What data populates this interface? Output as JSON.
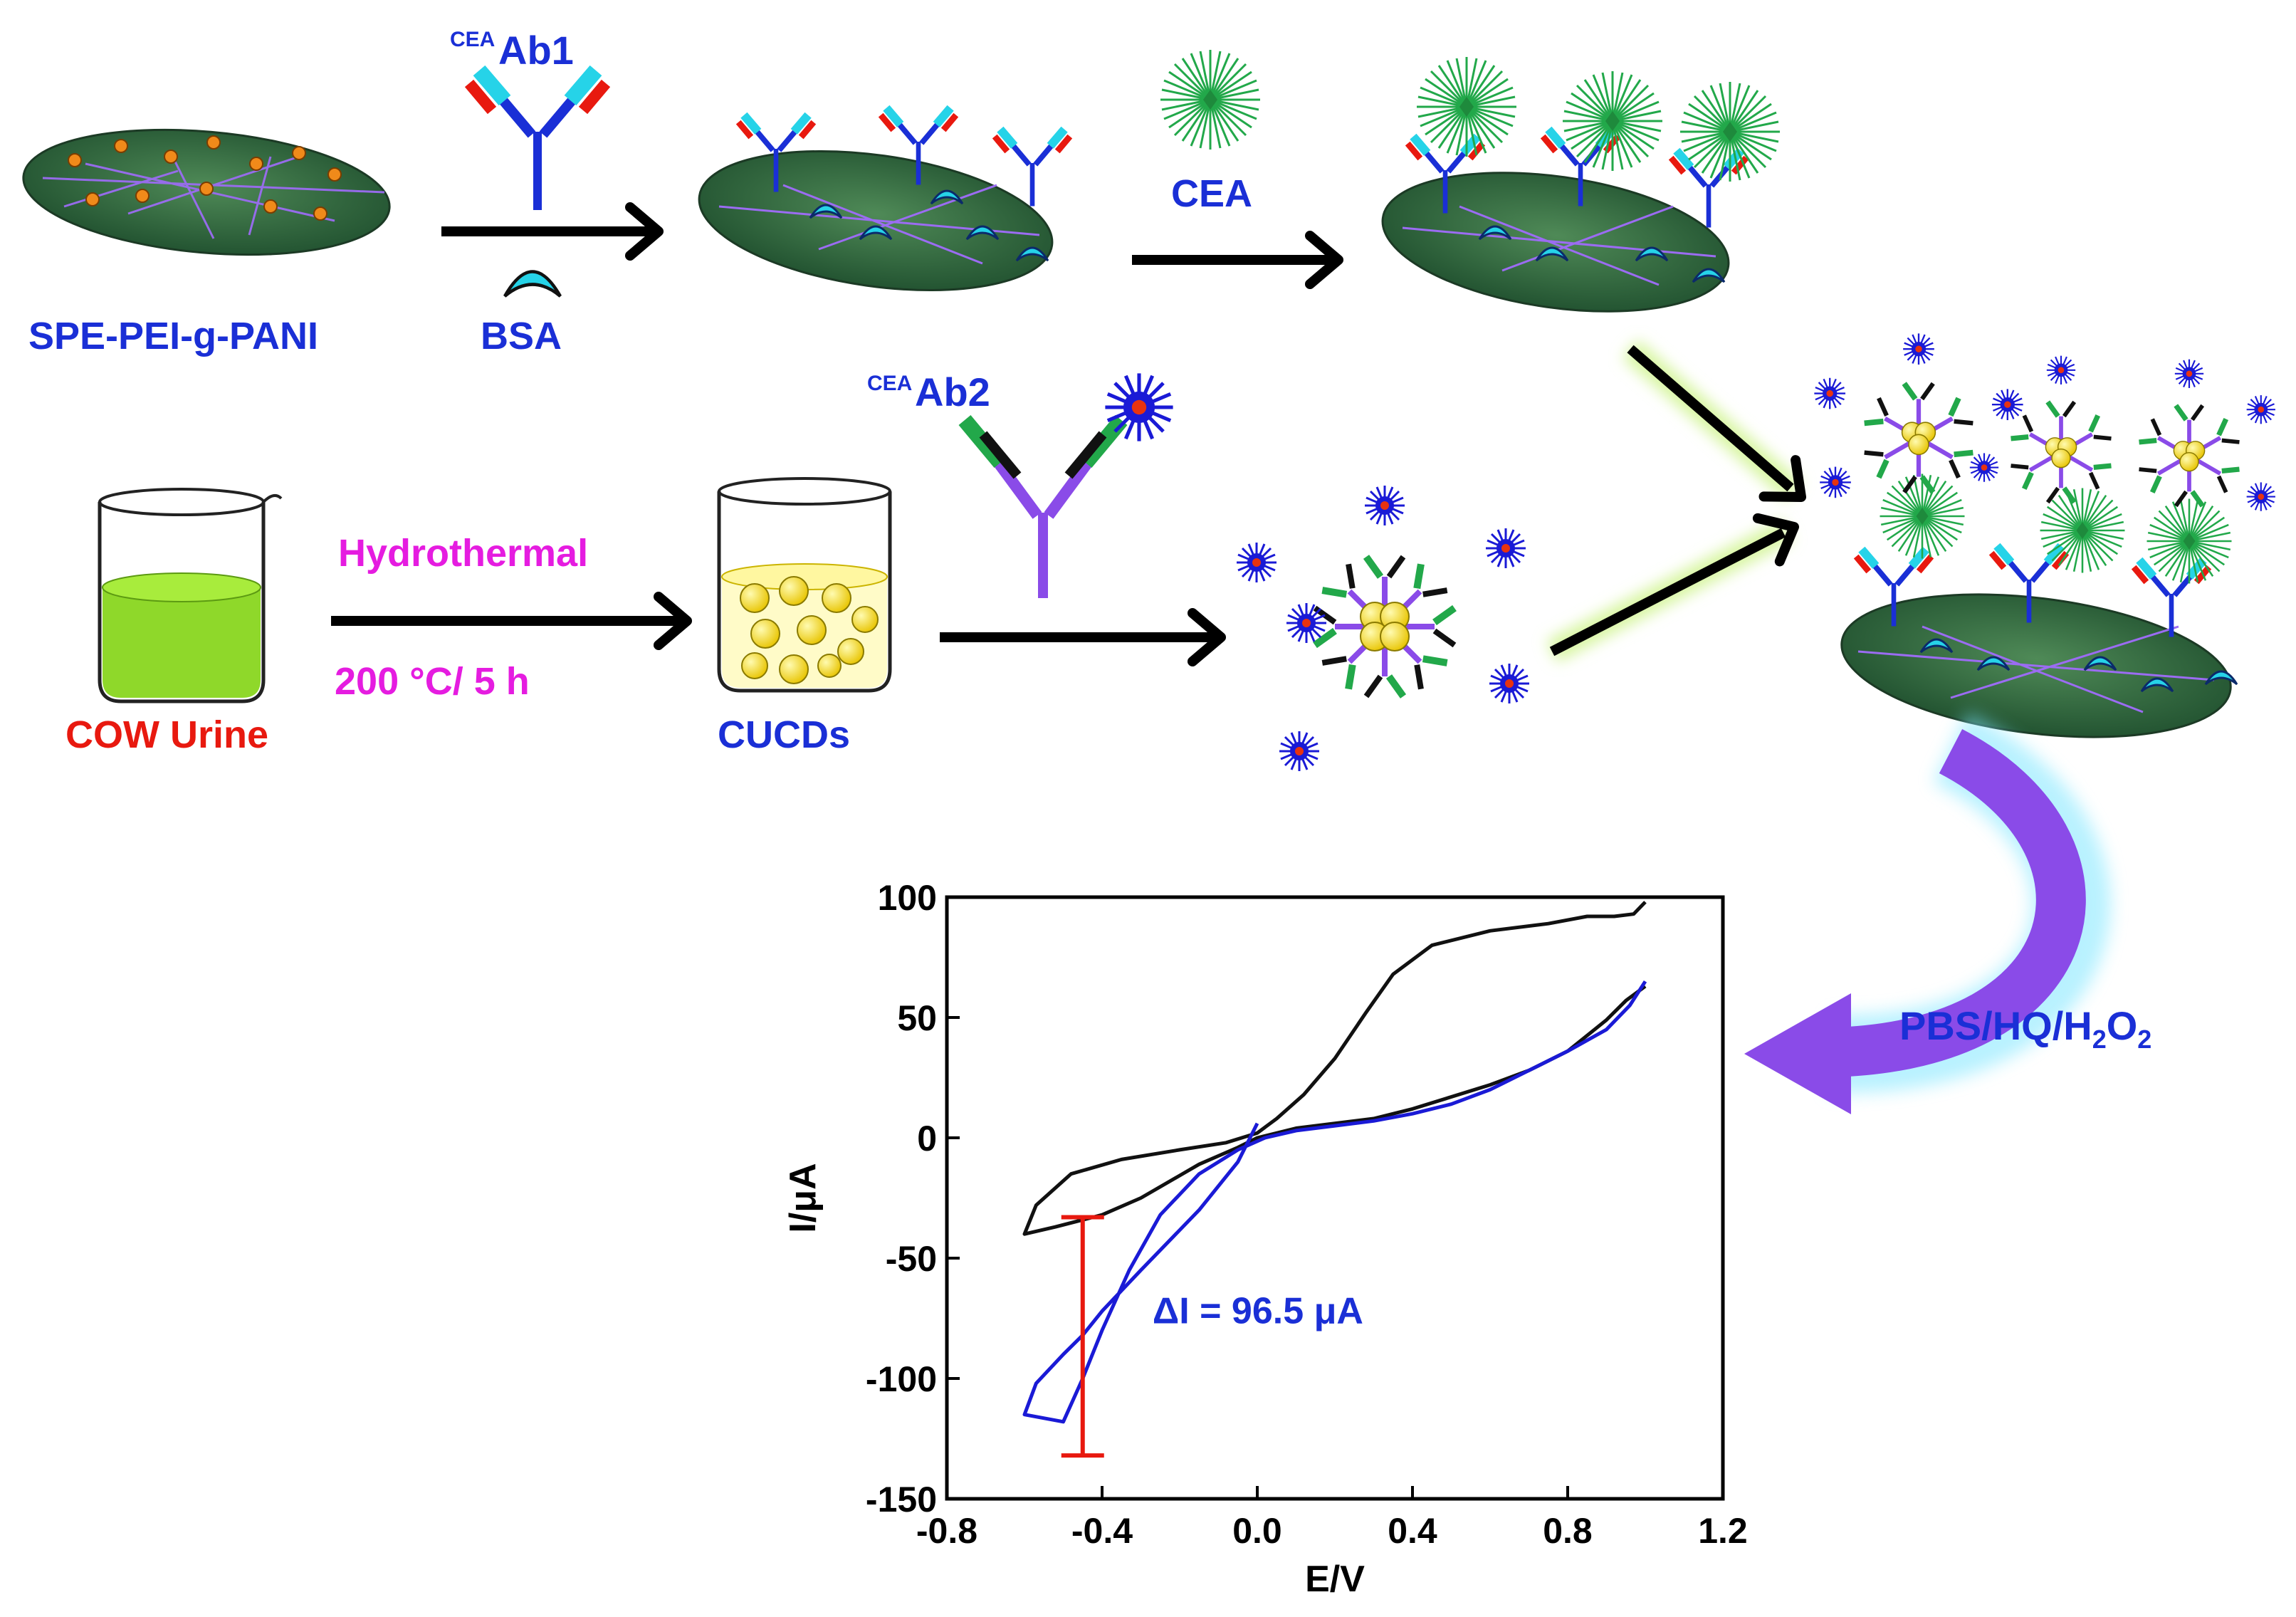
{
  "labels": {
    "spe": "SPE-PEI-g-PANI",
    "ab1_sup": "CEA",
    "ab1": "Ab1",
    "bsa": "BSA",
    "cea": "CEA",
    "ab2_sup": "CEA",
    "ab2": "Ab2",
    "hydrothermal": "Hydrothermal",
    "conditions": "200 °C/ 5 h",
    "cow_urine": "COW Urine",
    "cucds": "CUCDs",
    "pbs_main": "PBS/HQ/H",
    "pbs_sub1": "2",
    "pbs_o": "O",
    "pbs_sub2": "2"
  },
  "colors": {
    "dark_blue": "#1a1ad6",
    "red": "#e8190f",
    "magenta": "#e51ce0",
    "green_ellipse": "#2f6a3d",
    "arrow_purple": "#8a4be8"
  },
  "chart_data": {
    "type": "line",
    "xlabel": "E/V",
    "ylabel": "I/μA",
    "xlim": [
      -0.8,
      1.2
    ],
    "ylim": [
      -150,
      100
    ],
    "xticks": [
      "-0.8",
      "-0.4",
      "0.0",
      "0.4",
      "0.8",
      "1.2"
    ],
    "yticks": [
      "100",
      "50",
      "0",
      "-50",
      "-100",
      "-150"
    ],
    "annotation": "ΔI = 96.5 μA",
    "delta_marker": {
      "x": -0.45,
      "y_top": -33,
      "y_bottom": -132
    },
    "series": [
      {
        "color": "#111111",
        "x": [
          1.0,
          0.97,
          0.92,
          0.85,
          0.75,
          0.6,
          0.45,
          0.35,
          0.28,
          0.2,
          0.12,
          0.05,
          0.0,
          -0.08,
          -0.2,
          -0.35,
          -0.48,
          -0.57,
          -0.6,
          -0.52,
          -0.4,
          -0.3,
          -0.15,
          -0.05,
          0.0,
          0.1,
          0.2,
          0.3,
          0.4,
          0.5,
          0.6,
          0.7,
          0.8,
          0.9,
          0.95,
          1.0
        ],
        "y": [
          98,
          93,
          92,
          92,
          89,
          86,
          80,
          68,
          52,
          33,
          18,
          8,
          2,
          -2,
          -5,
          -9,
          -15,
          -28,
          -40,
          -37,
          -32,
          -25,
          -11,
          -4,
          0,
          4,
          6,
          8,
          12,
          17,
          22,
          28,
          36,
          49,
          57,
          63
        ]
      },
      {
        "color": "#1a1ad6",
        "x": [
          1.0,
          0.96,
          0.9,
          0.8,
          0.7,
          0.6,
          0.5,
          0.4,
          0.3,
          0.2,
          0.1,
          0.02,
          -0.05,
          -0.15,
          -0.25,
          -0.33,
          -0.4,
          -0.45,
          -0.5,
          -0.6,
          -0.57,
          -0.5,
          -0.45,
          -0.4,
          -0.3,
          -0.15,
          -0.05,
          0.0
        ],
        "y": [
          65,
          55,
          45,
          36,
          28,
          20,
          14,
          10,
          7,
          5,
          3,
          0,
          -5,
          -15,
          -32,
          -55,
          -80,
          -100,
          -118,
          -115,
          -102,
          -90,
          -82,
          -72,
          -55,
          -30,
          -10,
          6
        ]
      }
    ]
  }
}
